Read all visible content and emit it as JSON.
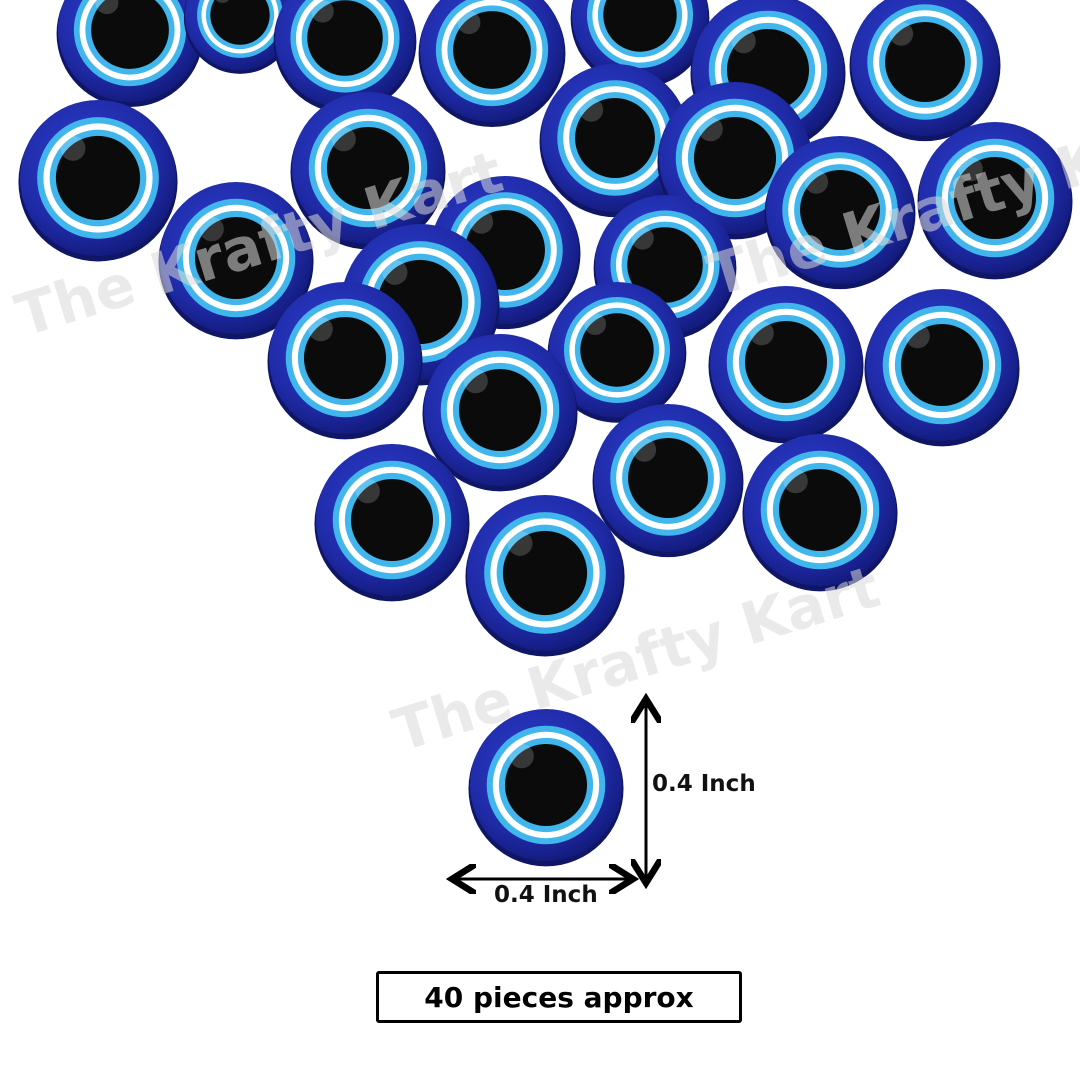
{
  "watermark": {
    "text": "The Krafty Kart"
  },
  "dimensions": {
    "width_label": "0.4 Inch",
    "height_label": "0.4 Inch"
  },
  "count": {
    "text": "40 pieces approx"
  },
  "colors": {
    "background": "#ffffff",
    "bead_outer": "#1f2aa6",
    "bead_rim_light": "#3b5fd6",
    "ring_blue": "#41b6ec",
    "ring_white": "#ffffff",
    "pupil": "#0b0b0b",
    "arrow": "#000000"
  }
}
